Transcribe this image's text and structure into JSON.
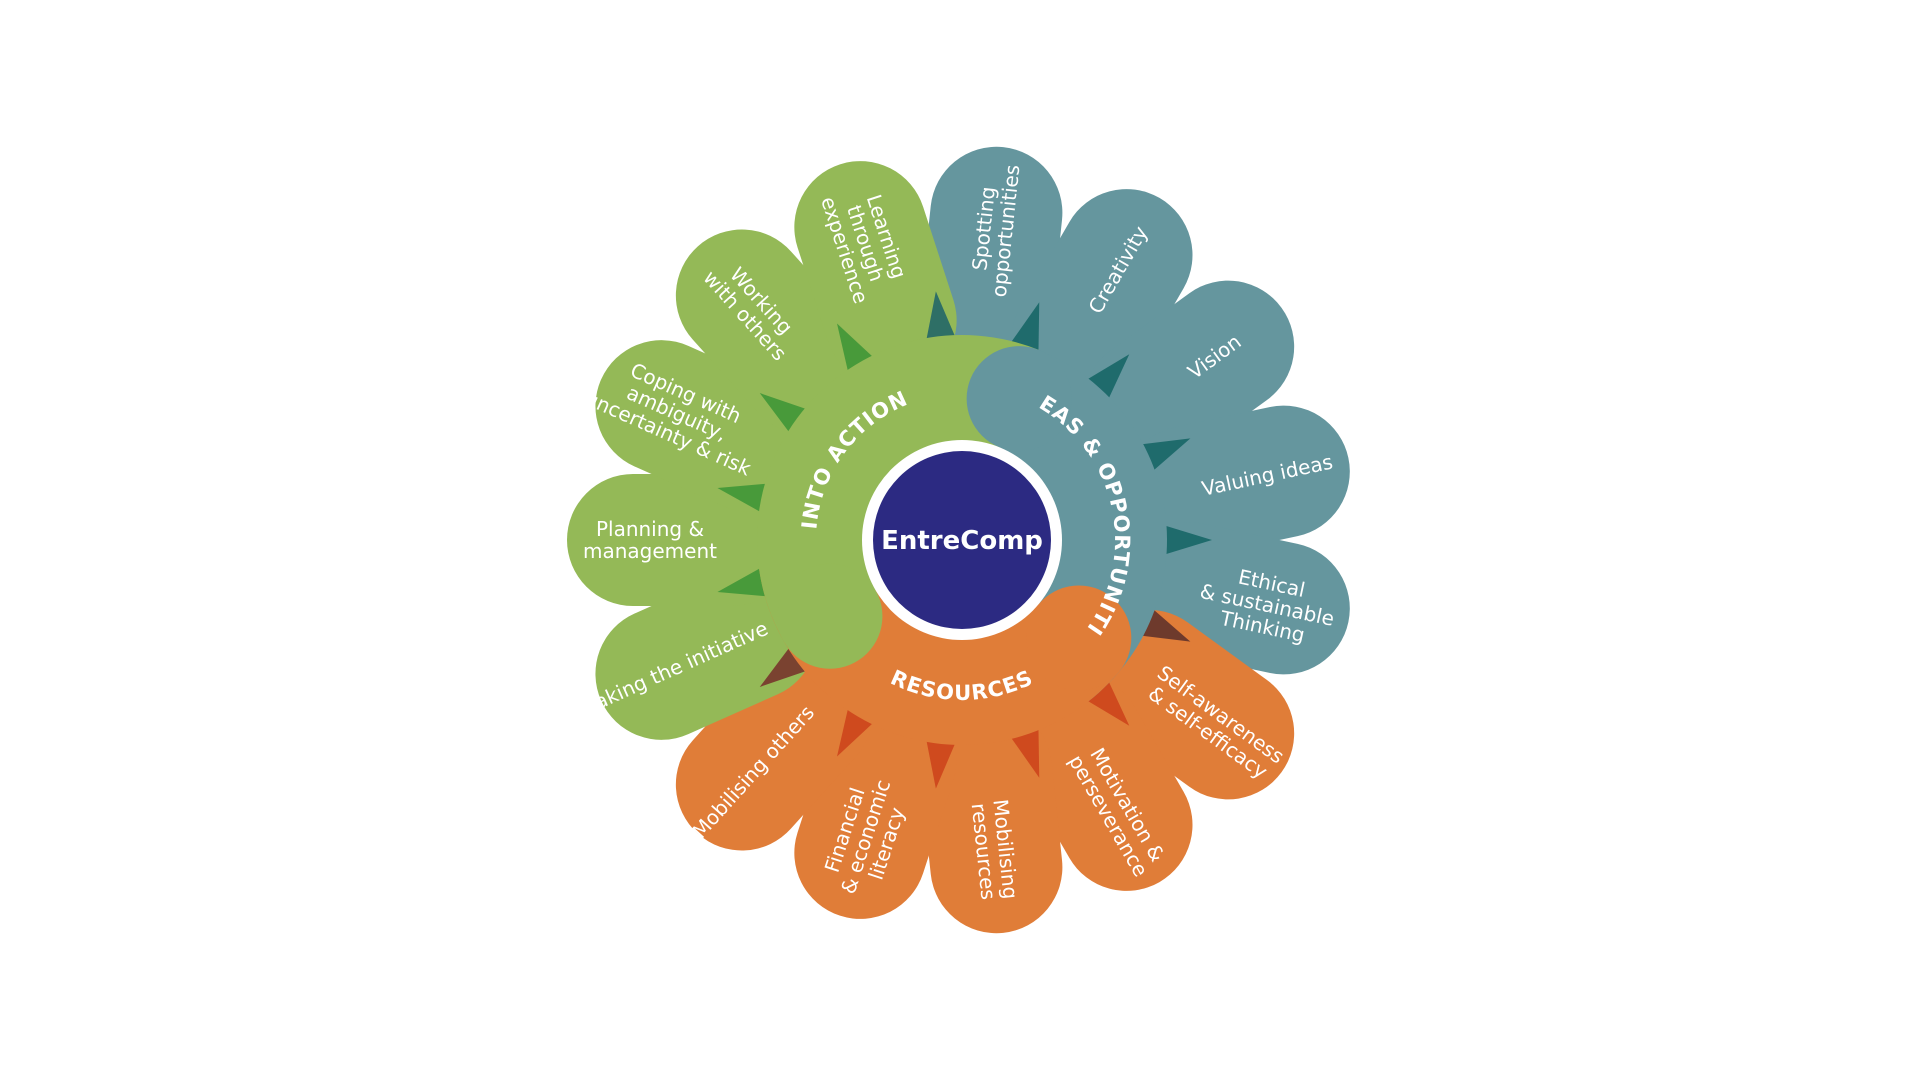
{
  "center": {
    "label": "EntreComp",
    "color": "#2C2A82"
  },
  "areas": [
    {
      "id": "ideas",
      "label": "IDEAS & OPPORTUNITIES",
      "color": "#65969E",
      "dark_color": "#1F6B6C",
      "competences": [
        {
          "lines": [
            "Spotting",
            "opportunities"
          ]
        },
        {
          "lines": [
            "Creativity"
          ]
        },
        {
          "lines": [
            "Vision"
          ]
        },
        {
          "lines": [
            "Valuing ideas"
          ]
        },
        {
          "lines": [
            "Ethical",
            "& sustainable",
            "Thinking"
          ]
        }
      ]
    },
    {
      "id": "resources",
      "label": "RESOURCES",
      "color": "#E07D38",
      "dark_color": "#CF4A1E",
      "competences": [
        {
          "lines": [
            "Self-awareness",
            "& self-efficacy"
          ]
        },
        {
          "lines": [
            "Motivation &",
            "perseverance"
          ]
        },
        {
          "lines": [
            "Mobilising",
            "resources"
          ]
        },
        {
          "lines": [
            "Financial",
            "& economic",
            "literacy"
          ]
        },
        {
          "lines": [
            "Mobilising others"
          ]
        }
      ]
    },
    {
      "id": "action",
      "label": "INTO ACTION",
      "color": "#94B957",
      "dark_color": "#489A3A",
      "competences": [
        {
          "lines": [
            "Taking the initiative"
          ]
        },
        {
          "lines": [
            "Planning &",
            "management"
          ]
        },
        {
          "lines": [
            "Coping with",
            "ambiguity,",
            "uncertainty & risk"
          ]
        },
        {
          "lines": [
            "Working",
            "with others"
          ]
        },
        {
          "lines": [
            "Learning",
            "through",
            "experience"
          ]
        }
      ]
    }
  ]
}
